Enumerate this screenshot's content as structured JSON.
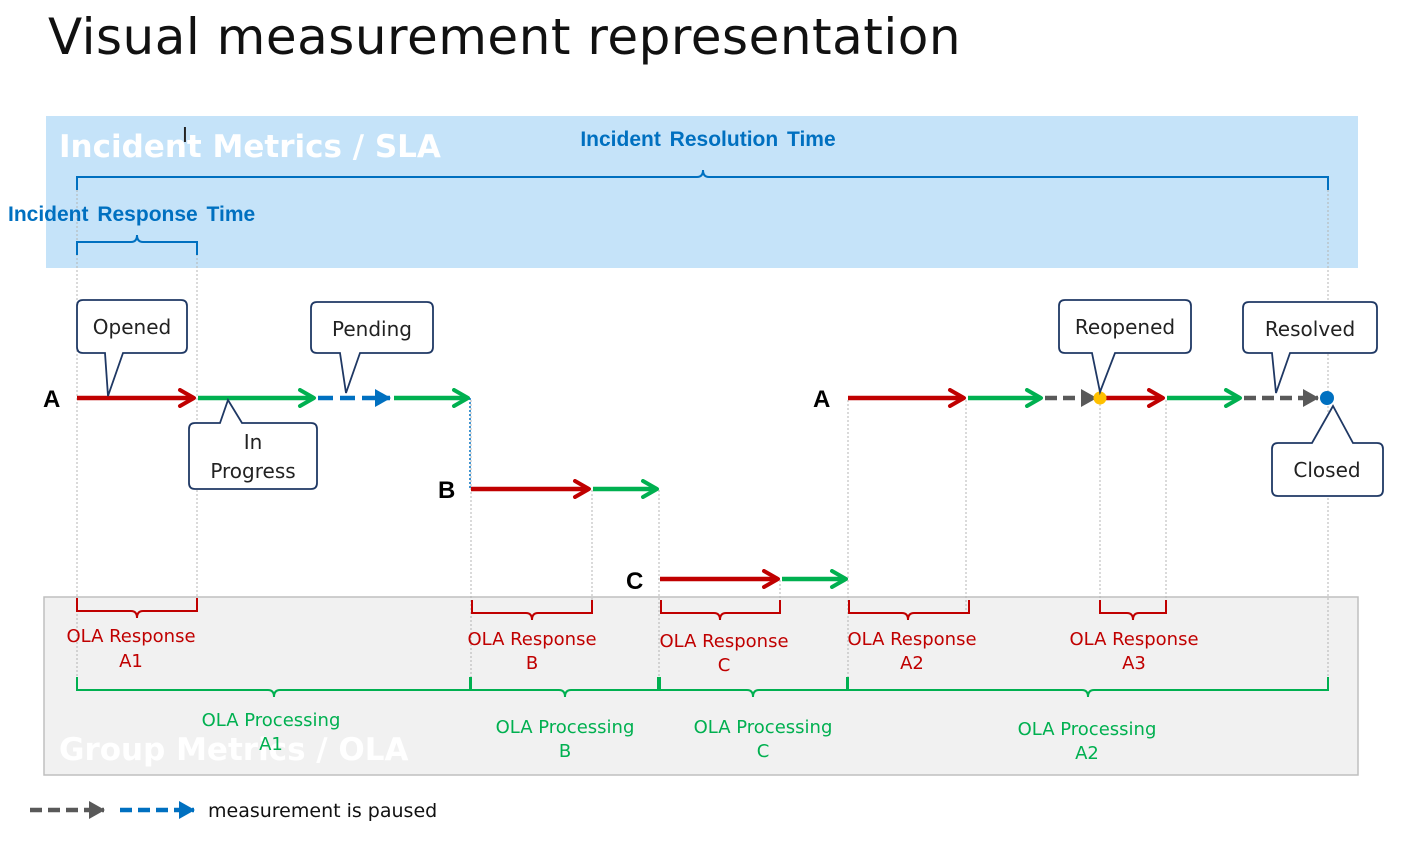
{
  "title": "Visual measurement representation",
  "colors": {
    "response": "#c00000",
    "processing": "#00b050",
    "paused_grey": "#595959",
    "paused_blue": "#0070c0",
    "sla_band": "#c5e3f9",
    "ola_band": "#f1f1f1",
    "ola_border": "#bfbfbf",
    "sla_text": "#0070c0",
    "callout_border": "#1f3864",
    "reopen_dot": "#ffc000",
    "closed_dot": "#0070c0"
  },
  "sla_band": {
    "label": "Incident Metrics / SLA",
    "resolution_time": "Incident Resolution Time",
    "response_time": "Incident Response Time"
  },
  "ola_band": {
    "label": "Group Metrics / OLA"
  },
  "rows": {
    "a1": "A",
    "b": "B",
    "c": "C",
    "a2": "A"
  },
  "callouts": {
    "opened": "Opened",
    "in_progress_1": "In",
    "in_progress_2": "Progress",
    "pending": "Pending",
    "reopened": "Reopened",
    "resolved": "Resolved",
    "closed": "Closed"
  },
  "ola_response": [
    {
      "line1": "OLA Response",
      "line2": "A1"
    },
    {
      "line1": "OLA Response",
      "line2": "B"
    },
    {
      "line1": "OLA Response",
      "line2": "C"
    },
    {
      "line1": "OLA Response",
      "line2": "A2"
    },
    {
      "line1": "OLA Response",
      "line2": "A3"
    }
  ],
  "ola_processing": [
    {
      "line1": "OLA Processing",
      "line2": "A1"
    },
    {
      "line1": "OLA Processing",
      "line2": "B"
    },
    {
      "line1": "OLA Processing",
      "line2": "C"
    },
    {
      "line1": "OLA Processing",
      "line2": "A2"
    }
  ],
  "legend": {
    "text": "measurement is paused"
  }
}
